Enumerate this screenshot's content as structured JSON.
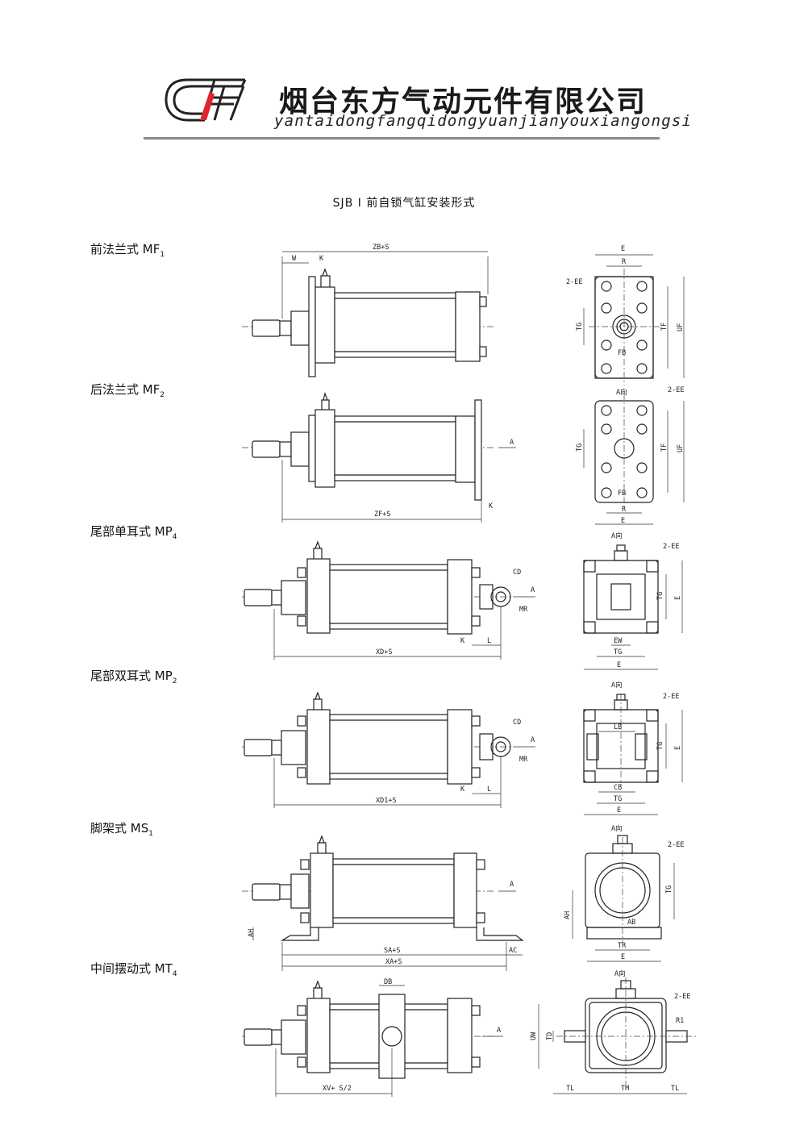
{
  "header": {
    "company_cn": "烟台东方气动元件有限公司",
    "company_pinyin": "yantaidongfangqidongyuanjianyouxiangongsi",
    "logo_colors": {
      "outline": "#222222",
      "accent": "#e0242b"
    }
  },
  "title": "SJB Ⅰ 前自锁气缸安装形式",
  "sections": [
    {
      "label": "前法兰式 MF",
      "sub": "1"
    },
    {
      "label": "后法兰式 MF",
      "sub": "2"
    },
    {
      "label": "尾部单耳式 MP",
      "sub": "4"
    },
    {
      "label": "尾部双耳式 MP",
      "sub": "2"
    },
    {
      "label": "脚架式 MS",
      "sub": "1"
    },
    {
      "label": "中间摆动式 MT",
      "sub": "4"
    }
  ],
  "dims": {
    "mf1": {
      "zb": "ZB+S",
      "w": "W",
      "k": "K",
      "e": "E",
      "r": "R",
      "ee": "2-EE",
      "tg": "TG",
      "tf": "TF",
      "uf": "UF",
      "fb": "FB"
    },
    "mf2": {
      "zf": "ZF+S",
      "k": "K",
      "a": "A",
      "view": "A向",
      "ee": "2-EE",
      "tg": "TG",
      "tf": "TF",
      "uf": "UF",
      "fb": "FB",
      "r": "R",
      "e": "E"
    },
    "mp4": {
      "xd": "XD+S",
      "cd": "CD",
      "mr": "MR",
      "k": "K",
      "l": "L",
      "a": "A",
      "view": "A向",
      "ee": "2-EE",
      "tg": "TG",
      "e_side": "E",
      "ew": "EW",
      "tg_b": "TG",
      "e_b": "E"
    },
    "mp2": {
      "xd": "XD1+S",
      "cd": "CD",
      "mr": "MR",
      "k": "K",
      "l": "L",
      "a": "A",
      "view": "A向",
      "ee": "2-EE",
      "lb": "LB",
      "tg": "TG",
      "e_side": "E",
      "cb": "CB",
      "tg_b": "TG",
      "e_b": "E"
    },
    "ms1": {
      "sa": "SA+S",
      "xa": "XA+S",
      "ac": "AC",
      "ah": "AH",
      "a": "A",
      "view": "A向",
      "ee": "2-EE",
      "tg": "TG",
      "ab": "AB",
      "tr": "TR",
      "e": "E",
      "ah_side": "AH"
    },
    "mt4": {
      "db": "DB",
      "xv": "XV+ S/2",
      "a": "A",
      "view": "A向",
      "ee": "2-EE",
      "r1": "R1",
      "uw": "UW",
      "td": "TD",
      "tl": "TL",
      "tm": "TM"
    }
  }
}
